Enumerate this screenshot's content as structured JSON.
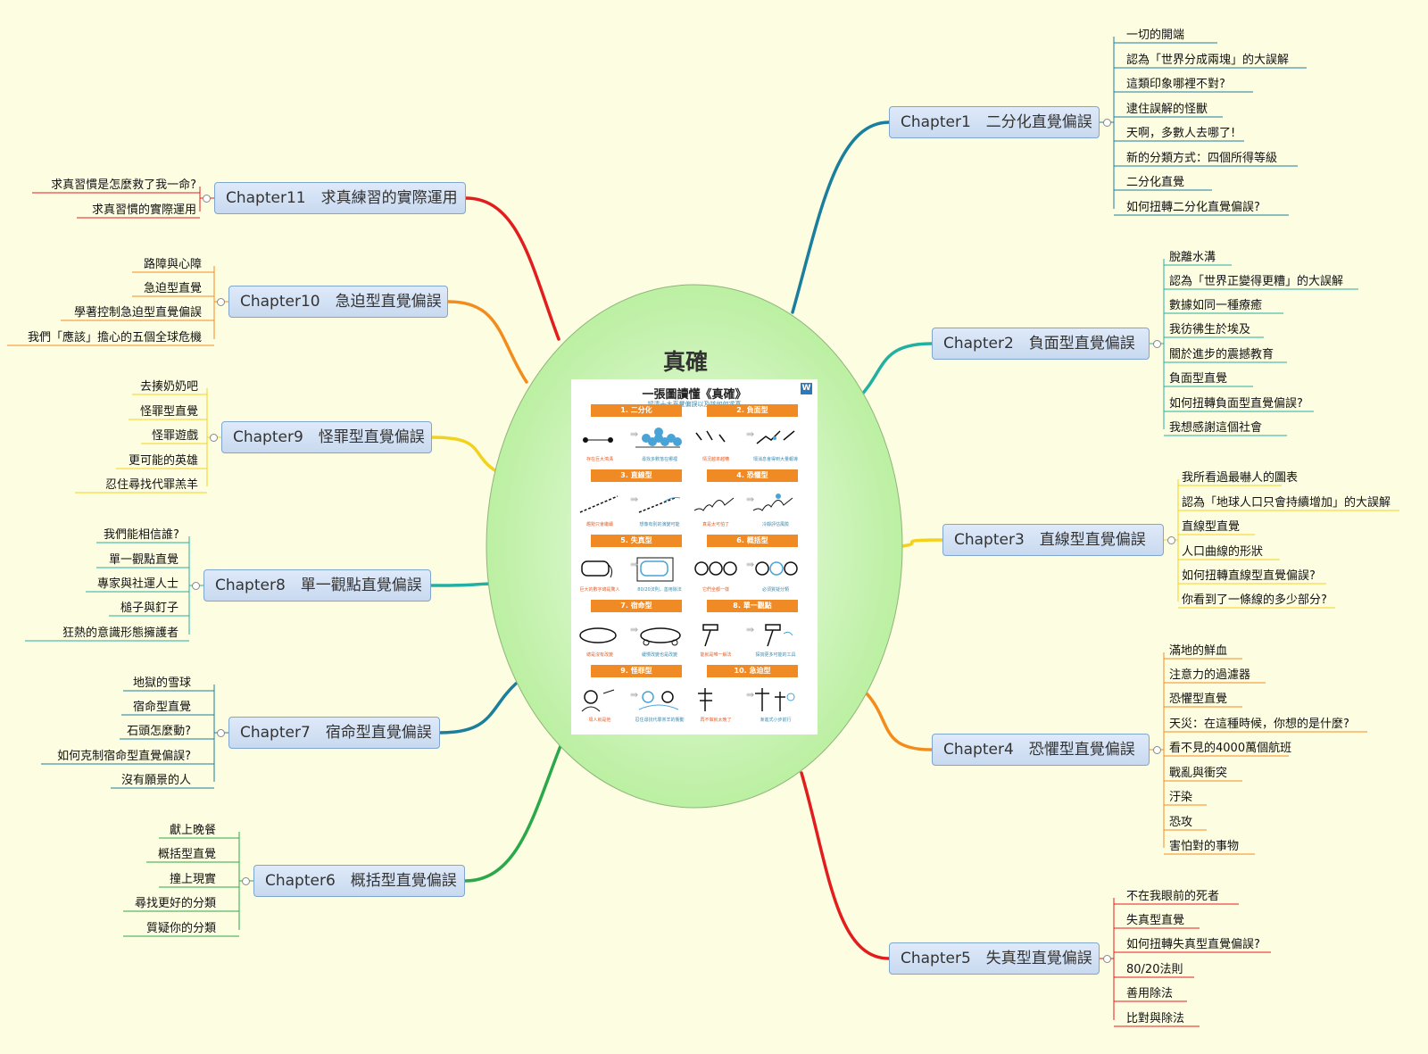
{
  "center": {
    "title": "真確",
    "infographic": {
      "title": "一張圖讀懂《真確》",
      "subtitle": "認清十大直覺偏誤以及該如何求真",
      "logo": "W",
      "cells": [
        {
          "label": "1. 二分化",
          "cap1": "存在巨大鴻溝",
          "cap2": "尋找多數落在哪裡"
        },
        {
          "label": "2. 負面型",
          "cap1": "情況越來越糟",
          "cap2": "壞消息會得到大量報導"
        },
        {
          "label": "3. 直線型",
          "cap1": "趨勢只會繼續",
          "cap2": "想像有別的演變可能"
        },
        {
          "label": "4. 恐懼型",
          "cap1": "真是太可怕了",
          "cap2": "冷靜評估風險"
        },
        {
          "label": "5. 失真型",
          "cap1": "巨大的數字總是驚人",
          "cap2": "80/20法則，善用除法"
        },
        {
          "label": "6. 概括型",
          "cap1": "它們全都一樣",
          "cap2": "必須質疑分類"
        },
        {
          "label": "7. 宿命型",
          "cap1": "總是沒有改變",
          "cap2": "緩慢改變也是改變"
        },
        {
          "label": "8. 單一觀點",
          "cap1": "能就是唯一解法",
          "cap2": "探詢更多可能的工具"
        },
        {
          "label": "9. 怪罪型",
          "cap1": "壞人就是他",
          "cap2": "忍住尋找代罪羔羊的衝動"
        },
        {
          "label": "10. 急迫型",
          "cap1": "再不做就太晚了",
          "cap2": "漸進式小步前行"
        }
      ]
    }
  },
  "branches": [
    {
      "id": "ch1",
      "title": "Chapter1　二分化直覺偏誤",
      "color": "#1a7f9c",
      "items": [
        "一切的開端",
        "認為「世界分成兩塊」的大誤解",
        "這類印象哪裡不對?",
        "逮住誤解的怪獸",
        "天啊，多數人去哪了!",
        "新的分類方式：四個所得等級",
        "二分化直覺",
        "如何扭轉二分化直覺偏誤?"
      ]
    },
    {
      "id": "ch2",
      "title": "Chapter2　負面型直覺偏誤",
      "color": "#22b0a0",
      "items": [
        "脫離水溝",
        "認為「世界正變得更糟」的大誤解",
        "數據如同一種療癒",
        "我彷彿生於埃及",
        "關於進步的震撼教育",
        "負面型直覺",
        "如何扭轉負面型直覺偏誤?",
        "我想感謝這個社會"
      ]
    },
    {
      "id": "ch3",
      "title": "Chapter3　直線型直覺偏誤",
      "color": "#f2d21c",
      "items": [
        "我所看過最嚇人的圖表",
        "認為「地球人口只會持續增加」的大誤解",
        "直線型直覺",
        "人口曲線的形狀",
        "如何扭轉直線型直覺偏誤?",
        "你看到了一條線的多少部分?"
      ]
    },
    {
      "id": "ch4",
      "title": "Chapter4　恐懼型直覺偏誤",
      "color": "#f28c1c",
      "items": [
        "滿地的鮮血",
        "注意力的過濾器",
        "恐懼型直覺",
        "天災：在這種時候，你想的是什麼?",
        "看不見的4000萬個航班",
        "戰亂與衝突",
        "汙染",
        "恐攻",
        "害怕對的事物"
      ]
    },
    {
      "id": "ch5",
      "title": "Chapter5　失真型直覺偏誤",
      "color": "#e21d1d",
      "items": [
        "不在我眼前的死者",
        "失真型直覺",
        "如何扭轉失真型直覺偏誤?",
        "80/20法則",
        "善用除法",
        "比對與除法"
      ]
    },
    {
      "id": "ch6",
      "title": "Chapter6　概括型直覺偏誤",
      "color": "#2aa84a",
      "items": [
        "獻上晚餐",
        "概括型直覺",
        "撞上現實",
        "尋找更好的分類",
        "質疑你的分類"
      ]
    },
    {
      "id": "ch7",
      "title": "Chapter7　宿命型直覺偏誤",
      "color": "#1a7f9c",
      "items": [
        "地獄的雪球",
        "宿命型直覺",
        "石頭怎麼動?",
        "如何克制宿命型直覺偏誤?",
        "沒有願景的人"
      ]
    },
    {
      "id": "ch8",
      "title": "Chapter8　單一觀點直覺偏誤",
      "color": "#22b0a0",
      "items": [
        "我們能相信誰?",
        "單一觀點直覺",
        "專家與社運人士",
        "槌子與釘子",
        "狂熱的意識形態擁護者"
      ]
    },
    {
      "id": "ch9",
      "title": "Chapter9　怪罪型直覺偏誤",
      "color": "#f2d21c",
      "items": [
        "去揍奶奶吧",
        "怪罪型直覺",
        "怪罪遊戲",
        "更可能的英雄",
        "忍住尋找代罪羔羊"
      ]
    },
    {
      "id": "ch10",
      "title": "Chapter10　急迫型直覺偏誤",
      "color": "#f28c1c",
      "items": [
        "路障與心障",
        "急迫型直覺",
        "學著控制急迫型直覺偏誤",
        "我們「應該」擔心的五個全球危機"
      ]
    },
    {
      "id": "ch11",
      "title": "Chapter11　求真練習的實際運用",
      "color": "#e21d1d",
      "items": [
        "求真習慣是怎麼救了我一命?",
        "求真習慣的實際運用"
      ]
    }
  ]
}
